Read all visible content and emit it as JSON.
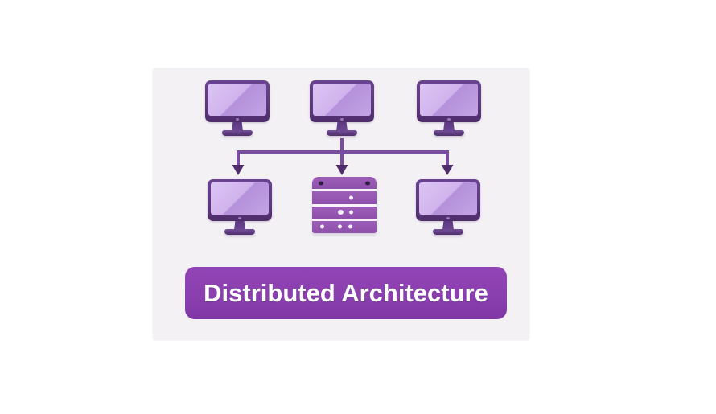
{
  "title": "Distributed Architecture",
  "banner": {
    "label": "Distributed Architecture"
  },
  "palette": {
    "card_bg": "#f3f1f4",
    "banner_bg": "#8a3fae",
    "banner_text": "#ffffff",
    "monitor_bezel": "#5e3a80",
    "monitor_screen_light": "#d0b3ec",
    "monitor_screen_dark": "#b491da",
    "monitor_stand": "#4f2e6c",
    "server_body": "#8f50ab",
    "connector_line": "#7a4c9e",
    "arrowhead": "#4f2d6b"
  },
  "diagram": {
    "description": "Three client computers connected via a branching arrow to a second tier of one computer, one server rack, and another computer",
    "top_row": [
      {
        "name": "client-computer-1",
        "icon": "monitor-icon"
      },
      {
        "name": "client-computer-2",
        "icon": "monitor-icon"
      },
      {
        "name": "client-computer-3",
        "icon": "monitor-icon"
      }
    ],
    "bottom_row": [
      {
        "name": "client-computer-4",
        "icon": "monitor-icon"
      },
      {
        "name": "server-rack",
        "icon": "server-rack-icon"
      },
      {
        "name": "client-computer-5",
        "icon": "monitor-icon"
      }
    ],
    "connector": {
      "branches": 3,
      "direction": "down"
    }
  }
}
